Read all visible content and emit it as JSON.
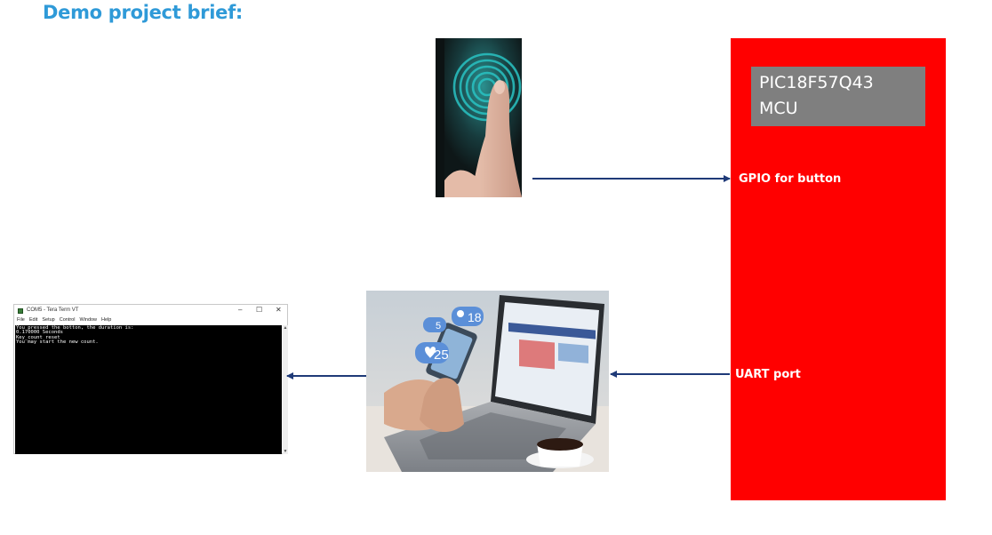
{
  "title": "Demo project brief:",
  "mcu": {
    "name_line1": "PIC18F57Q43",
    "name_line2": "MCU",
    "gpio_label": "GPIO for button",
    "uart_label": "UART port",
    "fill_color": "#ff0000",
    "label_bg": "#7f7f7f"
  },
  "terminal": {
    "window_title": "COM5 - Tera Term VT",
    "menu": [
      "File",
      "Edit",
      "Setup",
      "Control",
      "Window",
      "Help"
    ],
    "lines": [
      "You pressed the botton, the duration is:",
      "0.170000 Seconds",
      "Key_count reset",
      "You may start the new count."
    ],
    "controls": {
      "minimize": "–",
      "maximize": "☐",
      "close": "✕"
    }
  },
  "laptop_photo": {
    "notifications": [
      {
        "icon": "comment-icon",
        "count": "5"
      },
      {
        "icon": "person-icon",
        "count": "18"
      },
      {
        "icon": "heart-icon",
        "count": "25"
      }
    ]
  },
  "colors": {
    "title": "#2f9ad8",
    "arrow": "#1f3a78"
  }
}
